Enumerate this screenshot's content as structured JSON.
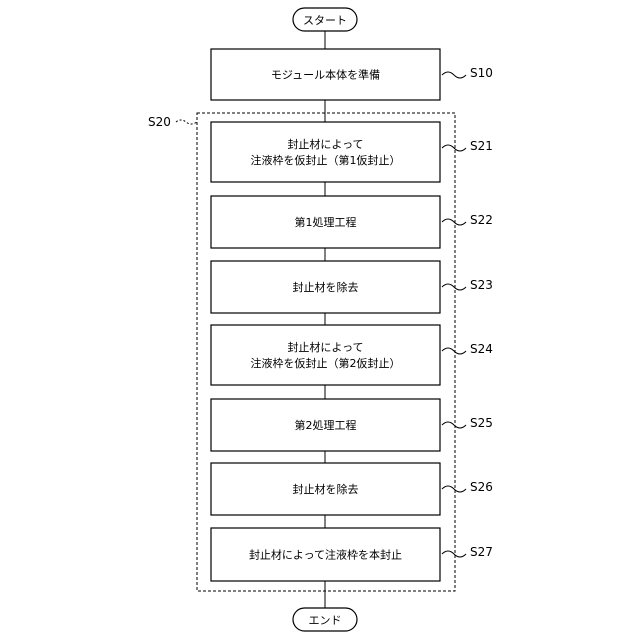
{
  "diagram": {
    "start_label": "スタート",
    "end_label": "エンド",
    "group_label": "S20",
    "steps": [
      {
        "id": "S10",
        "lines": [
          "モジュール本体を準備"
        ]
      },
      {
        "id": "S21",
        "lines": [
          "封止材によって",
          "注液枠を仮封止（第1仮封止）"
        ]
      },
      {
        "id": "S22",
        "lines": [
          "第1処理工程"
        ]
      },
      {
        "id": "S23",
        "lines": [
          "封止材を除去"
        ]
      },
      {
        "id": "S24",
        "lines": [
          "封止材によって",
          "注液枠を仮封止（第2仮封止）"
        ]
      },
      {
        "id": "S25",
        "lines": [
          "第2処理工程"
        ]
      },
      {
        "id": "S26",
        "lines": [
          "封止材を除去"
        ]
      },
      {
        "id": "S27",
        "lines": [
          "封止材によって注液枠を本封止"
        ]
      }
    ]
  }
}
